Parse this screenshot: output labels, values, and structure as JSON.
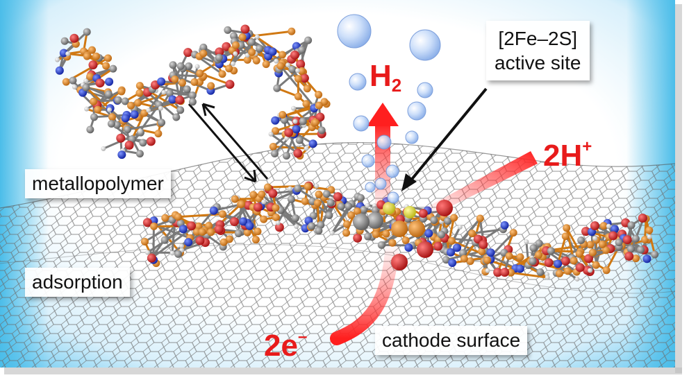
{
  "labels": {
    "active_site_line1": "[2Fe–2S]",
    "active_site_line2": "active site",
    "metallopolymer": "metallopolymer",
    "adsorption": "adsorption",
    "cathode_surface": "cathode surface"
  },
  "species": {
    "hydrogen_main": "H",
    "hydrogen_sub": "2",
    "protons_main": "2H",
    "protons_sup": "+",
    "electrons_main": "2e",
    "electrons_sup": "–"
  },
  "colors": {
    "red_label": "#e81b1b",
    "carbon": "#8c8c8c",
    "oxygen": "#d11a1a",
    "nitrogen": "#1a3ad1",
    "hydrogen_atom": "#f2f2f2",
    "polymer_backbone": "#e08a1e",
    "sulfur": "#e8e62a",
    "bubble": "#9fc0f2",
    "background_glow": "#5cc4ef"
  }
}
